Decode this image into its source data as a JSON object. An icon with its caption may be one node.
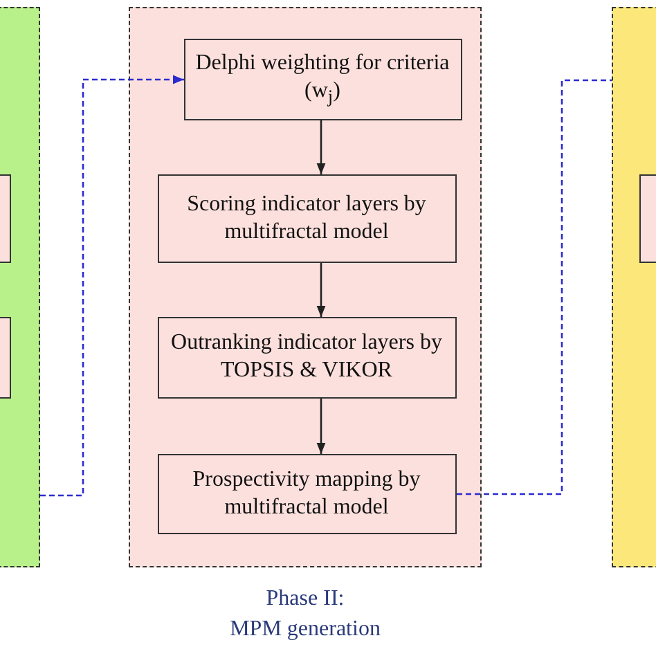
{
  "diagram": {
    "nodes": [
      {
        "text": [],
        "shape": "box"
      },
      {
        "text": [],
        "shape": "box",
        "in": 0
      },
      {
        "text": [],
        "shape": "box",
        "in": 0
      },
      {
        "text": [
          "Phase II:",
          "MPM generation"
        ]
      },
      {
        "text": [
          "Delphi weighting for criteria (w$_{j}$)"
        ],
        "in": 3
      },
      {
        "text": [
          "Scoring indicator layers by multifractal model"
        ],
        "in": 3
      },
      {
        "text": [
          "Outranking indicator layers by TOPSIS & VIKOR"
        ],
        "in": 3
      },
      {
        "text": [
          "Prospectivity mapping by multifractal model"
        ],
        "in": 3
      },
      {
        "text": [],
        "shape": "box"
      },
      {
        "text": [],
        "shape": "box",
        "in": 8
      }
    ],
    "edges": [
      {
        "from": 0,
        "to": 4,
        "arrow": "to",
        "style": "dashed",
        "color": "#2b2bd0"
      },
      {
        "from": 4,
        "to": 5,
        "arrow": "to"
      },
      {
        "from": 5,
        "to": 6,
        "arrow": "to"
      },
      {
        "from": 6,
        "to": 7,
        "arrow": "to"
      },
      {
        "from": 7,
        "to": 8,
        "arrow": "none",
        "style": "dashed",
        "color": "#2b2bd0"
      }
    ]
  }
}
